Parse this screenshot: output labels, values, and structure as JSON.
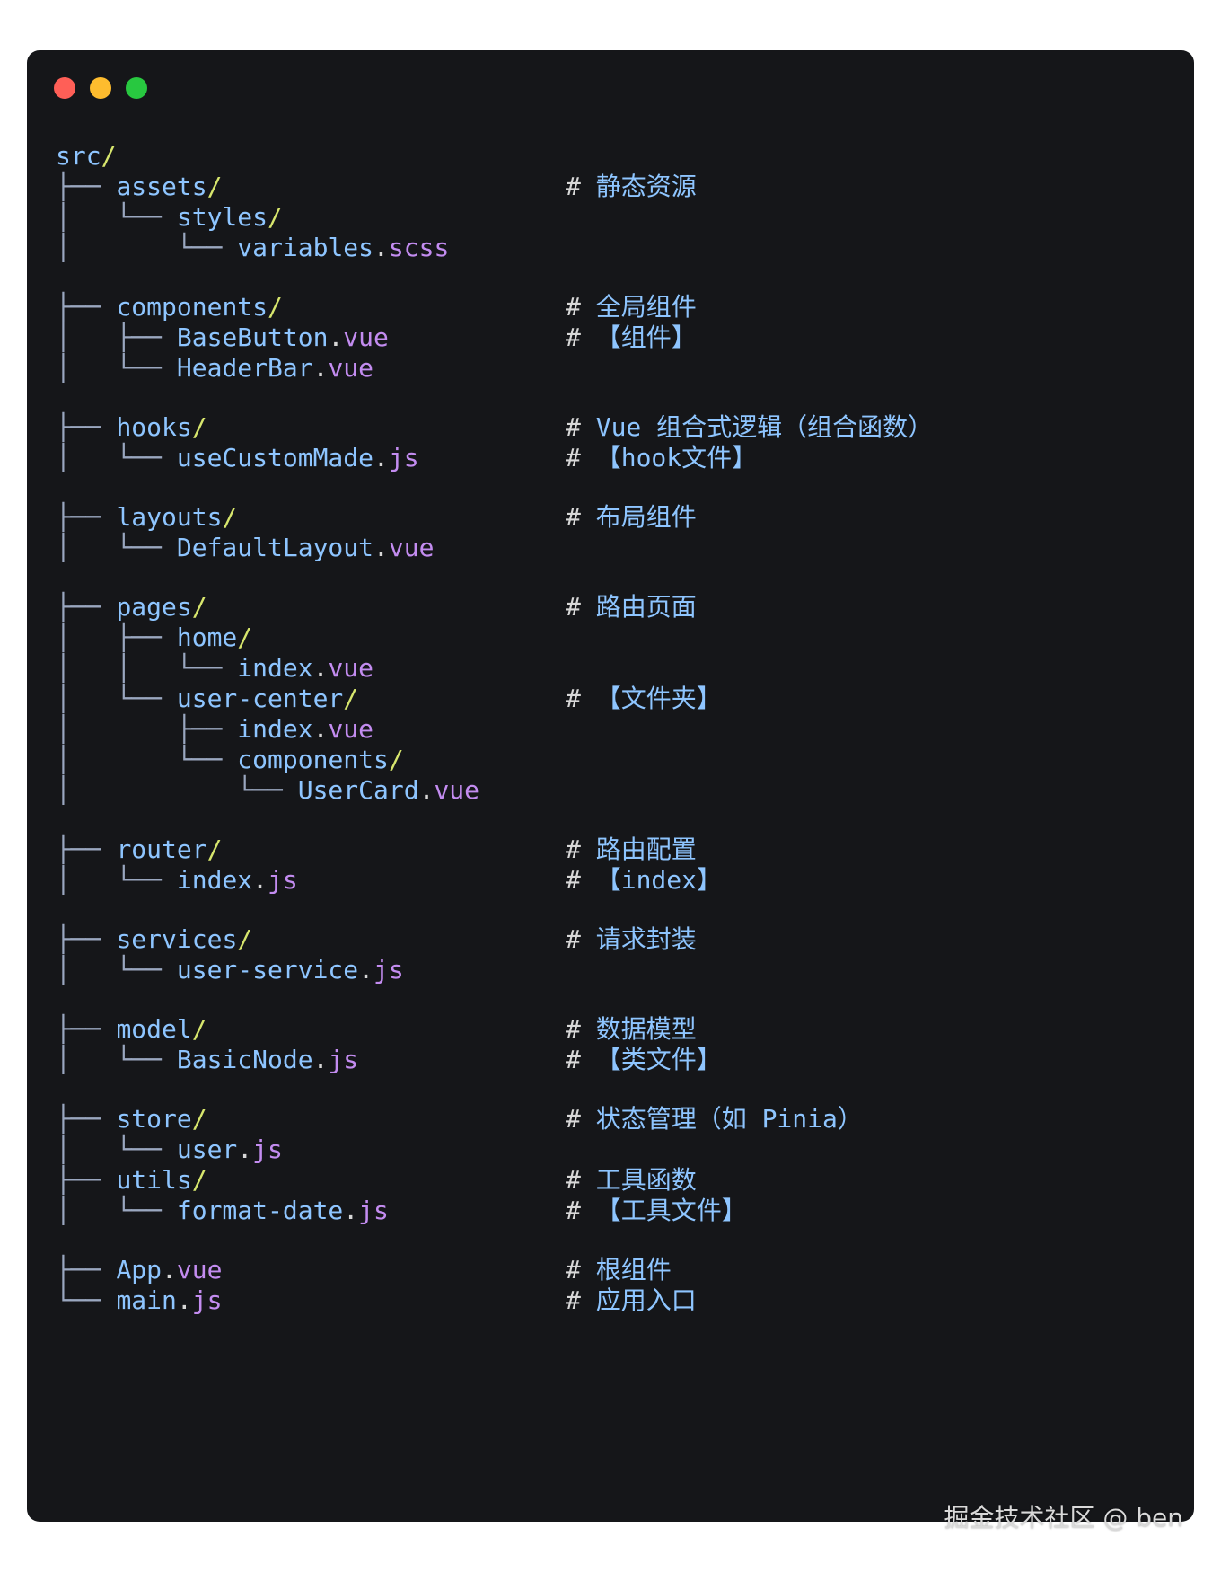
{
  "window": {
    "controls": {
      "close": "close",
      "minimize": "minimize",
      "maximize": "maximize"
    }
  },
  "tree": {
    "lines": [
      {
        "tree": "",
        "name": "src",
        "slash": "/",
        "dot": "",
        "ext": "",
        "hash": "",
        "comment": ""
      },
      {
        "tree": "├── ",
        "name": "assets",
        "slash": "/",
        "dot": "",
        "ext": "",
        "hash": "#",
        "comment": "静态资源"
      },
      {
        "tree": "│   └── ",
        "name": "styles",
        "slash": "/",
        "dot": "",
        "ext": "",
        "hash": "",
        "comment": ""
      },
      {
        "tree": "│       └── ",
        "name": "variables",
        "slash": "",
        "dot": ".",
        "ext": "scss",
        "hash": "",
        "comment": ""
      },
      {
        "tree": "├── ",
        "name": "components",
        "slash": "/",
        "dot": "",
        "ext": "",
        "hash": "#",
        "comment": "全局组件"
      },
      {
        "tree": "│   ├── ",
        "name": "BaseButton",
        "slash": "",
        "dot": ".",
        "ext": "vue",
        "hash": "#",
        "comment": "【组件】"
      },
      {
        "tree": "│   └── ",
        "name": "HeaderBar",
        "slash": "",
        "dot": ".",
        "ext": "vue",
        "hash": "",
        "comment": ""
      },
      {
        "tree": "├── ",
        "name": "hooks",
        "slash": "/",
        "dot": "",
        "ext": "",
        "hash": "#",
        "comment": "Vue 组合式逻辑（组合函数）"
      },
      {
        "tree": "│   └── ",
        "name": "useCustomMade",
        "slash": "",
        "dot": ".",
        "ext": "js",
        "hash": "#",
        "comment": "【hook文件】"
      },
      {
        "tree": "├── ",
        "name": "layouts",
        "slash": "/",
        "dot": "",
        "ext": "",
        "hash": "#",
        "comment": "布局组件"
      },
      {
        "tree": "│   └── ",
        "name": "DefaultLayout",
        "slash": "",
        "dot": ".",
        "ext": "vue",
        "hash": "",
        "comment": ""
      },
      {
        "tree": "├── ",
        "name": "pages",
        "slash": "/",
        "dot": "",
        "ext": "",
        "hash": "#",
        "comment": "路由页面"
      },
      {
        "tree": "│   ├── ",
        "name": "home",
        "slash": "/",
        "dot": "",
        "ext": "",
        "hash": "",
        "comment": ""
      },
      {
        "tree": "│   │   └── ",
        "name": "index",
        "slash": "",
        "dot": ".",
        "ext": "vue",
        "hash": "",
        "comment": ""
      },
      {
        "tree": "│   └── ",
        "name": "user-center",
        "slash": "/",
        "dot": "",
        "ext": "",
        "hash": "#",
        "comment": "【文件夹】"
      },
      {
        "tree": "│       ├── ",
        "name": "index",
        "slash": "",
        "dot": ".",
        "ext": "vue",
        "hash": "",
        "comment": ""
      },
      {
        "tree": "│       └── ",
        "name": "components",
        "slash": "/",
        "dot": "",
        "ext": "",
        "hash": "",
        "comment": ""
      },
      {
        "tree": "│           └── ",
        "name": "UserCard",
        "slash": "",
        "dot": ".",
        "ext": "vue",
        "hash": "",
        "comment": ""
      },
      {
        "tree": "├── ",
        "name": "router",
        "slash": "/",
        "dot": "",
        "ext": "",
        "hash": "#",
        "comment": "路由配置"
      },
      {
        "tree": "│   └── ",
        "name": "index",
        "slash": "",
        "dot": ".",
        "ext": "js",
        "hash": "#",
        "comment": "【index】"
      },
      {
        "tree": "├── ",
        "name": "services",
        "slash": "/",
        "dot": "",
        "ext": "",
        "hash": "#",
        "comment": "请求封装"
      },
      {
        "tree": "│   └── ",
        "name": "user-service",
        "slash": "",
        "dot": ".",
        "ext": "js",
        "hash": "",
        "comment": ""
      },
      {
        "tree": "├── ",
        "name": "model",
        "slash": "/",
        "dot": "",
        "ext": "",
        "hash": "#",
        "comment": "数据模型"
      },
      {
        "tree": "│   └── ",
        "name": "BasicNode",
        "slash": "",
        "dot": ".",
        "ext": "js",
        "hash": "#",
        "comment": "【类文件】"
      },
      {
        "tree": "├── ",
        "name": "store",
        "slash": "/",
        "dot": "",
        "ext": "",
        "hash": "#",
        "comment": "状态管理（如 Pinia）"
      },
      {
        "tree": "│   └── ",
        "name": "user",
        "slash": "",
        "dot": ".",
        "ext": "js",
        "hash": "",
        "comment": ""
      },
      {
        "tree": "├── ",
        "name": "utils",
        "slash": "/",
        "dot": "",
        "ext": "",
        "hash": "#",
        "comment": "工具函数"
      },
      {
        "tree": "│   └── ",
        "name": "format-date",
        "slash": "",
        "dot": ".",
        "ext": "js",
        "hash": "#",
        "comment": "【工具文件】"
      },
      {
        "tree": "├── ",
        "name": "App",
        "slash": "",
        "dot": ".",
        "ext": "vue",
        "hash": "#",
        "comment": "根组件"
      },
      {
        "tree": "└── ",
        "name": "main",
        "slash": "",
        "dot": ".",
        "ext": "js",
        "hash": "#",
        "comment": "应用入口"
      }
    ]
  },
  "watermark": {
    "text": "掘金技术社区 @ ben"
  }
}
